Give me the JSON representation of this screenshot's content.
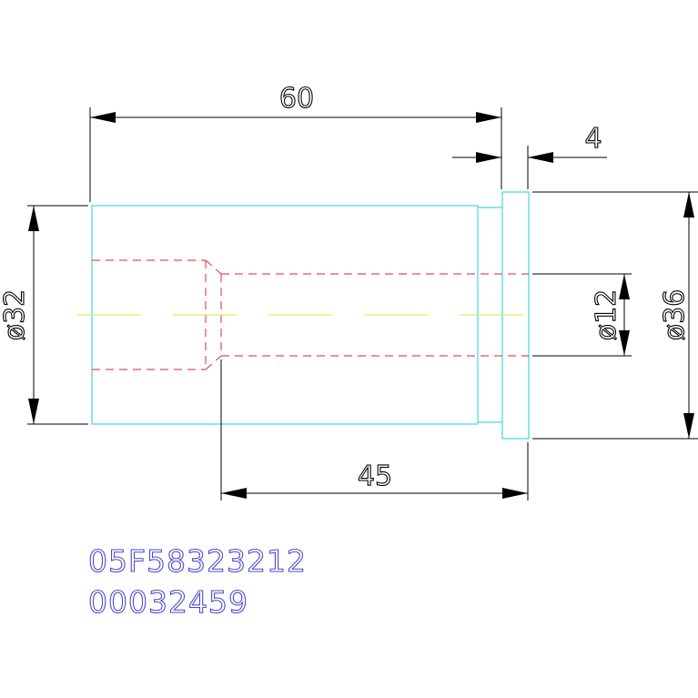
{
  "dimensions": {
    "overall_length": "60",
    "collar_width": "4",
    "diameter_body": "ø32",
    "diameter_bore": "ø12",
    "diameter_collar": "ø36",
    "bore_length": "45"
  },
  "codes": {
    "part_number": "05F58323212",
    "serial": "00032459"
  },
  "colors": {
    "outline": "#42d4e6",
    "hidden_lines": "#e05050",
    "center_line": "#e6e65a",
    "dimensions": "#000000",
    "code_text": "#4b4bd2"
  }
}
